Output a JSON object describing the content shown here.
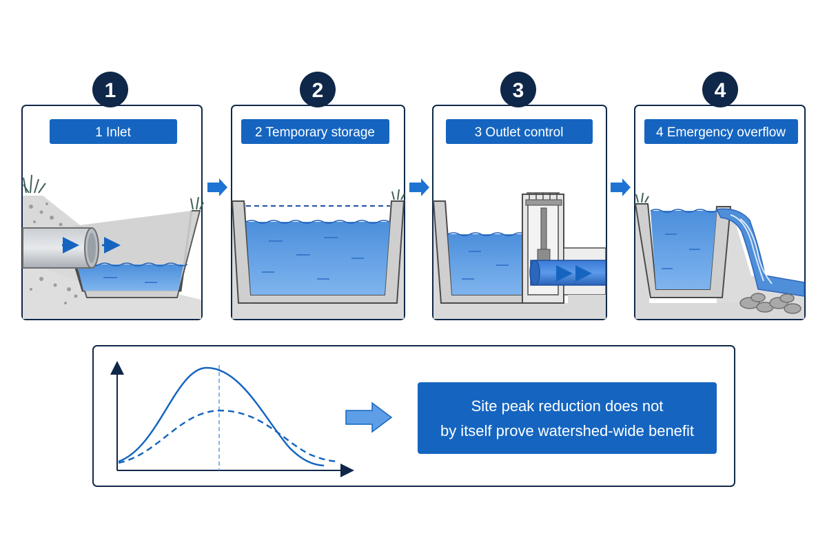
{
  "steps": [
    {
      "number": "1",
      "label": "1 Inlet"
    },
    {
      "number": "2",
      "label": "2 Temporary storage"
    },
    {
      "number": "3",
      "label": "3 Outlet control"
    },
    {
      "number": "4",
      "label": "4 Emergency overflow"
    }
  ],
  "hydrograph": {
    "message_line1": "Site peak reduction does not",
    "message_line2": "by itself prove watershed-wide benefit"
  },
  "colors": {
    "navy": "#0f2748",
    "accent_blue": "#1565c0",
    "water": "#5d9ee6",
    "concrete": "#dcdcdc",
    "wall": "#7d7d7d",
    "grass": "#3f5e54"
  },
  "icons": {
    "flow_arrow": "right-arrow-icon",
    "grass": "grass-icon"
  }
}
